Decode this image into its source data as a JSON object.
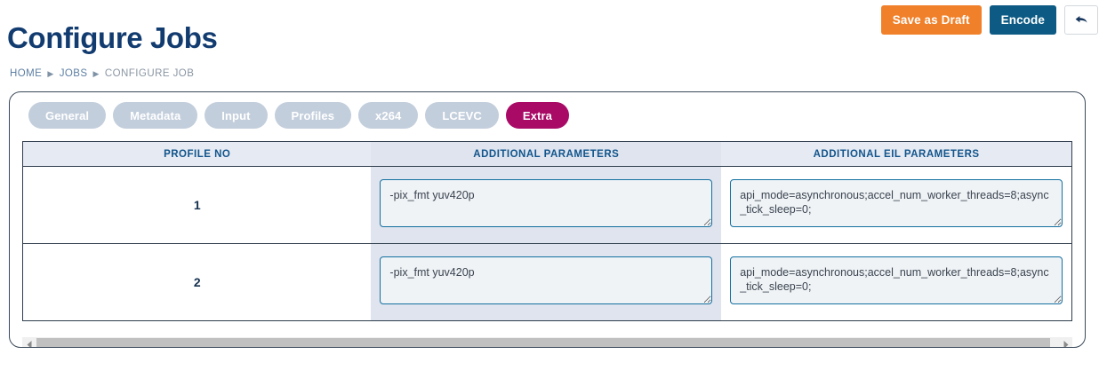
{
  "header": {
    "title": "Configure Jobs",
    "breadcrumb": {
      "home": "HOME",
      "jobs": "JOBS",
      "current": "CONFIGURE JOB",
      "separator": "▶"
    },
    "actions": {
      "save_draft_label": "Save as Draft",
      "encode_label": "Encode",
      "back_icon": "back-arrow-icon"
    }
  },
  "colors": {
    "title": "#123c70",
    "save_draft": "#f08029",
    "encode": "#0d5b84",
    "tab_inactive": "#c3cedc",
    "tab_active": "#a80a66",
    "table_header_bg": "#e6eaf2",
    "table_header_text": "#12558c",
    "column_highlight": "#dfe4ee",
    "textarea_border": "#1470a0",
    "textarea_bg": "#eff3f6"
  },
  "tabs": [
    {
      "label": "General",
      "active": false
    },
    {
      "label": "Metadata",
      "active": false
    },
    {
      "label": "Input",
      "active": false
    },
    {
      "label": "Profiles",
      "active": false
    },
    {
      "label": "x264",
      "active": false
    },
    {
      "label": "LCEVC",
      "active": false
    },
    {
      "label": "Extra",
      "active": true
    }
  ],
  "table": {
    "columns": [
      {
        "label": "PROFILE NO",
        "highlight": false
      },
      {
        "label": "ADDITIONAL PARAMETERS",
        "highlight": true
      },
      {
        "label": "ADDITIONAL EIL PARAMETERS",
        "highlight": false
      }
    ],
    "rows": [
      {
        "profile_no": "1",
        "additional_parameters": "-pix_fmt yuv420p",
        "additional_eil_parameters": "api_mode=asynchronous;accel_num_worker_threads=8;async_tick_sleep=0;"
      },
      {
        "profile_no": "2",
        "additional_parameters": "-pix_fmt yuv420p",
        "additional_eil_parameters": "api_mode=asynchronous;accel_num_worker_threads=8;async_tick_sleep=0;"
      }
    ]
  },
  "scrollbar": {
    "left_icon": "scroll-left-arrow-icon",
    "right_icon": "scroll-right-arrow-icon"
  }
}
